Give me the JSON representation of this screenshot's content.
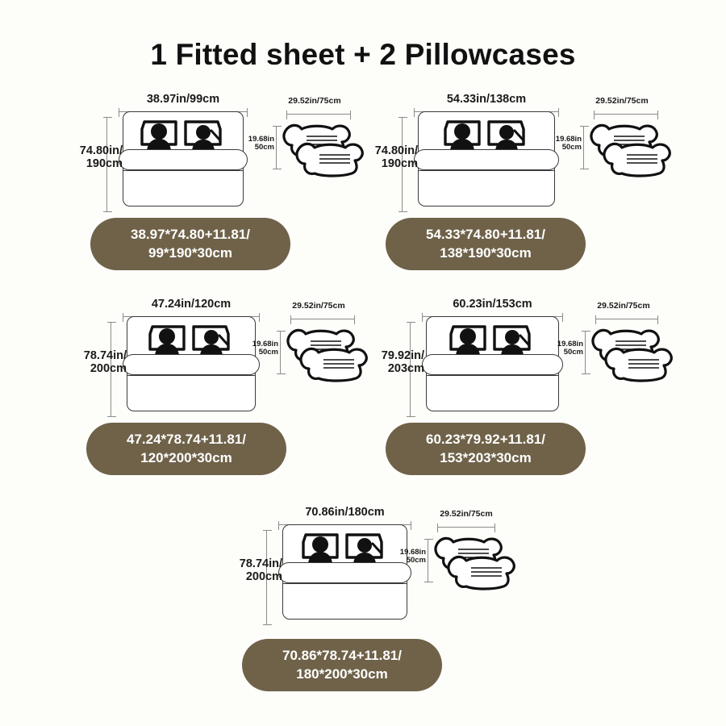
{
  "title": "1 Fitted sheet + 2 Pillowcases",
  "colors": {
    "background": "#fdfdfa",
    "badge": "#6f6249",
    "badge_text": "#ffffff",
    "outline": "#3a3a3a",
    "dimension_line": "#8b8b8b",
    "label_text": "#1a1a1a"
  },
  "pillow_common": {
    "width_label": "29.52in/75cm",
    "height_label": "19.68in\n50cm"
  },
  "cards": [
    {
      "id": "size-twin",
      "bed_width_label": "38.97in/99cm",
      "bed_height_label": "74.80in/\n190cm",
      "pillow_width_label": "29.52in/75cm",
      "pillow_height_label": "19.68in\n50cm",
      "badge_line1": "38.97*74.80+11.81/",
      "badge_line2": "99*190*30cm"
    },
    {
      "id": "size-full",
      "bed_width_label": "54.33in/138cm",
      "bed_height_label": "74.80in/\n190cm",
      "pillow_width_label": "29.52in/75cm",
      "pillow_height_label": "19.68in\n50cm",
      "badge_line1": "54.33*74.80+11.81/",
      "badge_line2": "138*190*30cm"
    },
    {
      "id": "size-small-double",
      "bed_width_label": "47.24in/120cm",
      "bed_height_label": "78.74in/\n200cm",
      "pillow_width_label": "29.52in/75cm",
      "pillow_height_label": "19.68in\n50cm",
      "badge_line1": "47.24*78.74+11.81/",
      "badge_line2": "120*200*30cm"
    },
    {
      "id": "size-queen",
      "bed_width_label": "60.23in/153cm",
      "bed_height_label": "79.92in/\n203cm",
      "pillow_width_label": "29.52in/75cm",
      "pillow_height_label": "19.68in\n50cm",
      "badge_line1": "60.23*79.92+11.81/",
      "badge_line2": "153*203*30cm"
    },
    {
      "id": "size-super-king",
      "bed_width_label": "70.86in/180cm",
      "bed_height_label": "78.74in/\n200cm",
      "pillow_width_label": "29.52in/75cm",
      "pillow_height_label": "19.68in\n50cm",
      "badge_line1": "70.86*78.74+11.81/",
      "badge_line2": "180*200*30cm"
    }
  ]
}
